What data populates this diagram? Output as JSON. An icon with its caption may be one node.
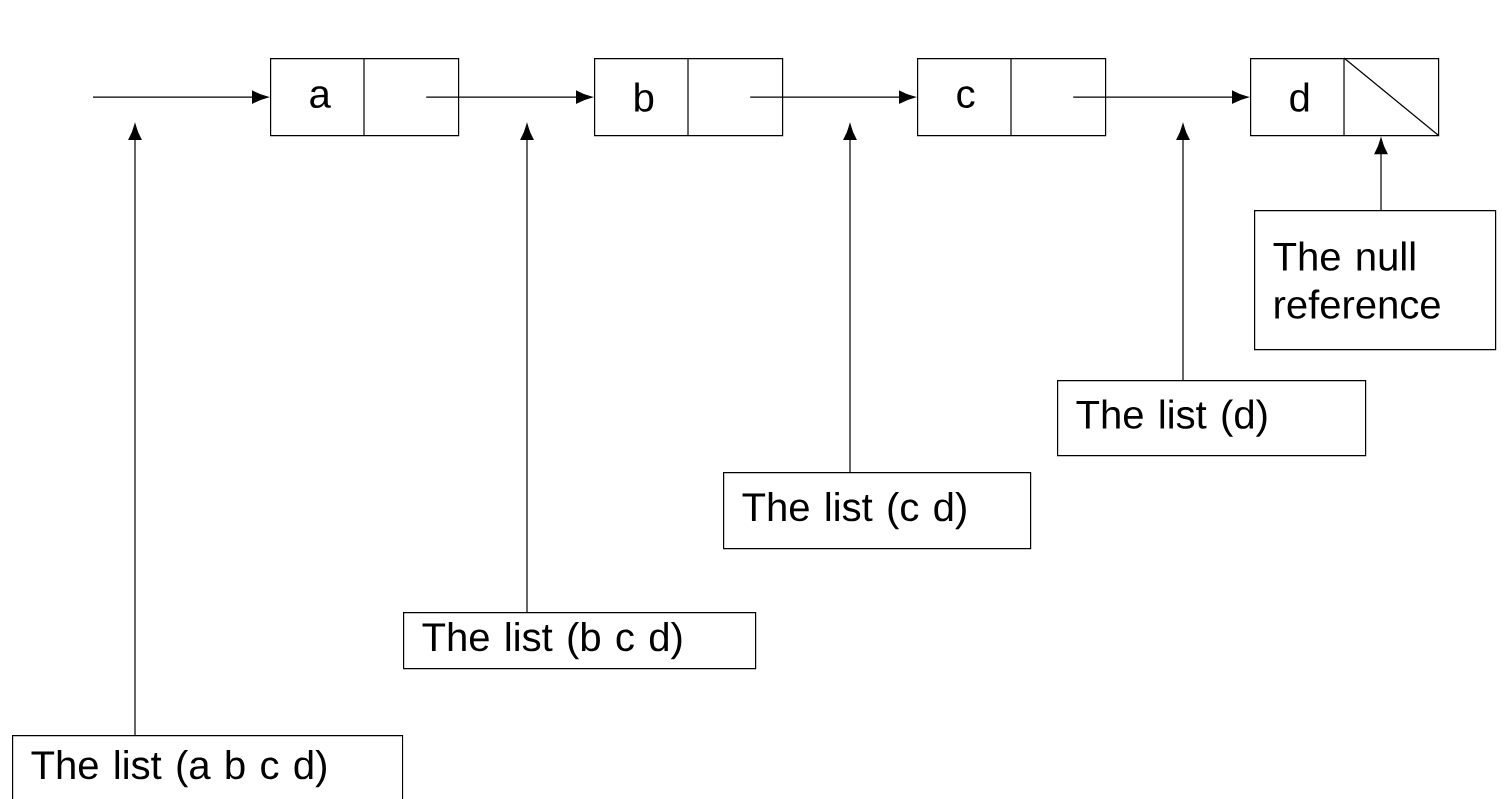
{
  "diagram": {
    "nodes": [
      {
        "text": [
          "a"
        ]
      },
      {
        "text": [
          "b"
        ]
      },
      {
        "text": [
          "c"
        ]
      },
      {
        "text": [
          "d"
        ]
      },
      {
        "text": [
          "The list (a b c d)"
        ]
      },
      {
        "text": [
          "The list (b c d)"
        ]
      },
      {
        "text": [
          "The list (c d)"
        ]
      },
      {
        "text": [
          "The list (d)"
        ]
      },
      {
        "text": [
          "The null reference"
        ]
      }
    ],
    "edges": [
      {
        "from": null,
        "to": 0,
        "arrow": "to"
      },
      {
        "from": 0,
        "to": 1,
        "arrow": "to"
      },
      {
        "from": 1,
        "to": 2,
        "arrow": "to"
      },
      {
        "from": 2,
        "to": 3,
        "arrow": "to"
      },
      {
        "from": 4,
        "to": null,
        "arrow": "to"
      },
      {
        "from": 5,
        "to": null,
        "arrow": "to"
      },
      {
        "from": 6,
        "to": null,
        "arrow": "to"
      },
      {
        "from": 7,
        "to": null,
        "arrow": "to"
      },
      {
        "from": 8,
        "to": 3,
        "arrow": "to"
      }
    ]
  }
}
